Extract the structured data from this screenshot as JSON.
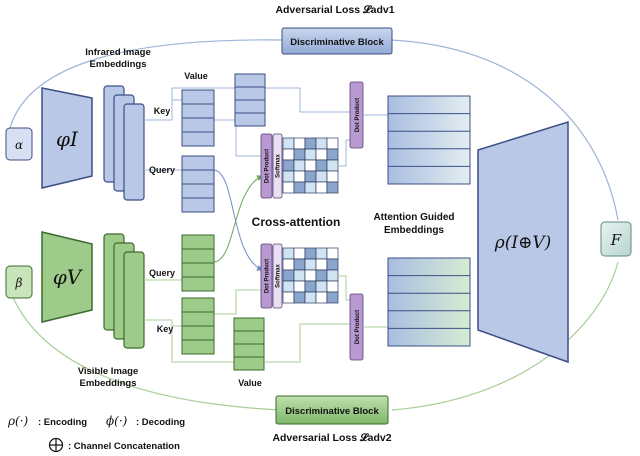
{
  "header": {
    "adv_loss_1": "Adversarial Loss 𝓛adv1",
    "disc_block_1": "Discriminative Block"
  },
  "footer": {
    "adv_loss_2": "Adversarial Loss 𝓛adv2",
    "disc_block_2": "Discriminative Block"
  },
  "inputs": {
    "alpha": "α",
    "beta": "β",
    "output": "F"
  },
  "encoders": {
    "infrared": "φI",
    "visible": "φV",
    "decoder": "ρ(I⊕V)"
  },
  "embeddings": {
    "infrared_label_1": "Infrared Image",
    "infrared_label_2": "Embeddings",
    "visible_label_1": "Visible Image",
    "visible_label_2": "Embeddings",
    "guided_label_1": "Attention Guided",
    "guided_label_2": "Embeddings"
  },
  "qkv": {
    "top_value": "Value",
    "top_key": "Key",
    "top_query": "Query",
    "bottom_query": "Query",
    "bottom_key": "Key",
    "bottom_value": "Value"
  },
  "attention": {
    "cross_attention": "Cross-attention",
    "dot_product": "Dot Product",
    "softmax": "Softmax"
  },
  "legend": {
    "rho_symbol": "ρ(·)",
    "encoding": ": Encoding",
    "phi_symbol": "ϕ(·)",
    "decoding": ": Decoding",
    "concat": ": Channel Concatenation"
  },
  "colors": {
    "blue_fill": "#b9c8e6",
    "blue_stroke": "#3b4f86",
    "green_fill": "#9fcb8a",
    "green_stroke": "#3a6b2e",
    "purple_fill": "#b89ad2",
    "curve_blue": "#9fb4d8",
    "curve_green": "#a9cf98"
  }
}
